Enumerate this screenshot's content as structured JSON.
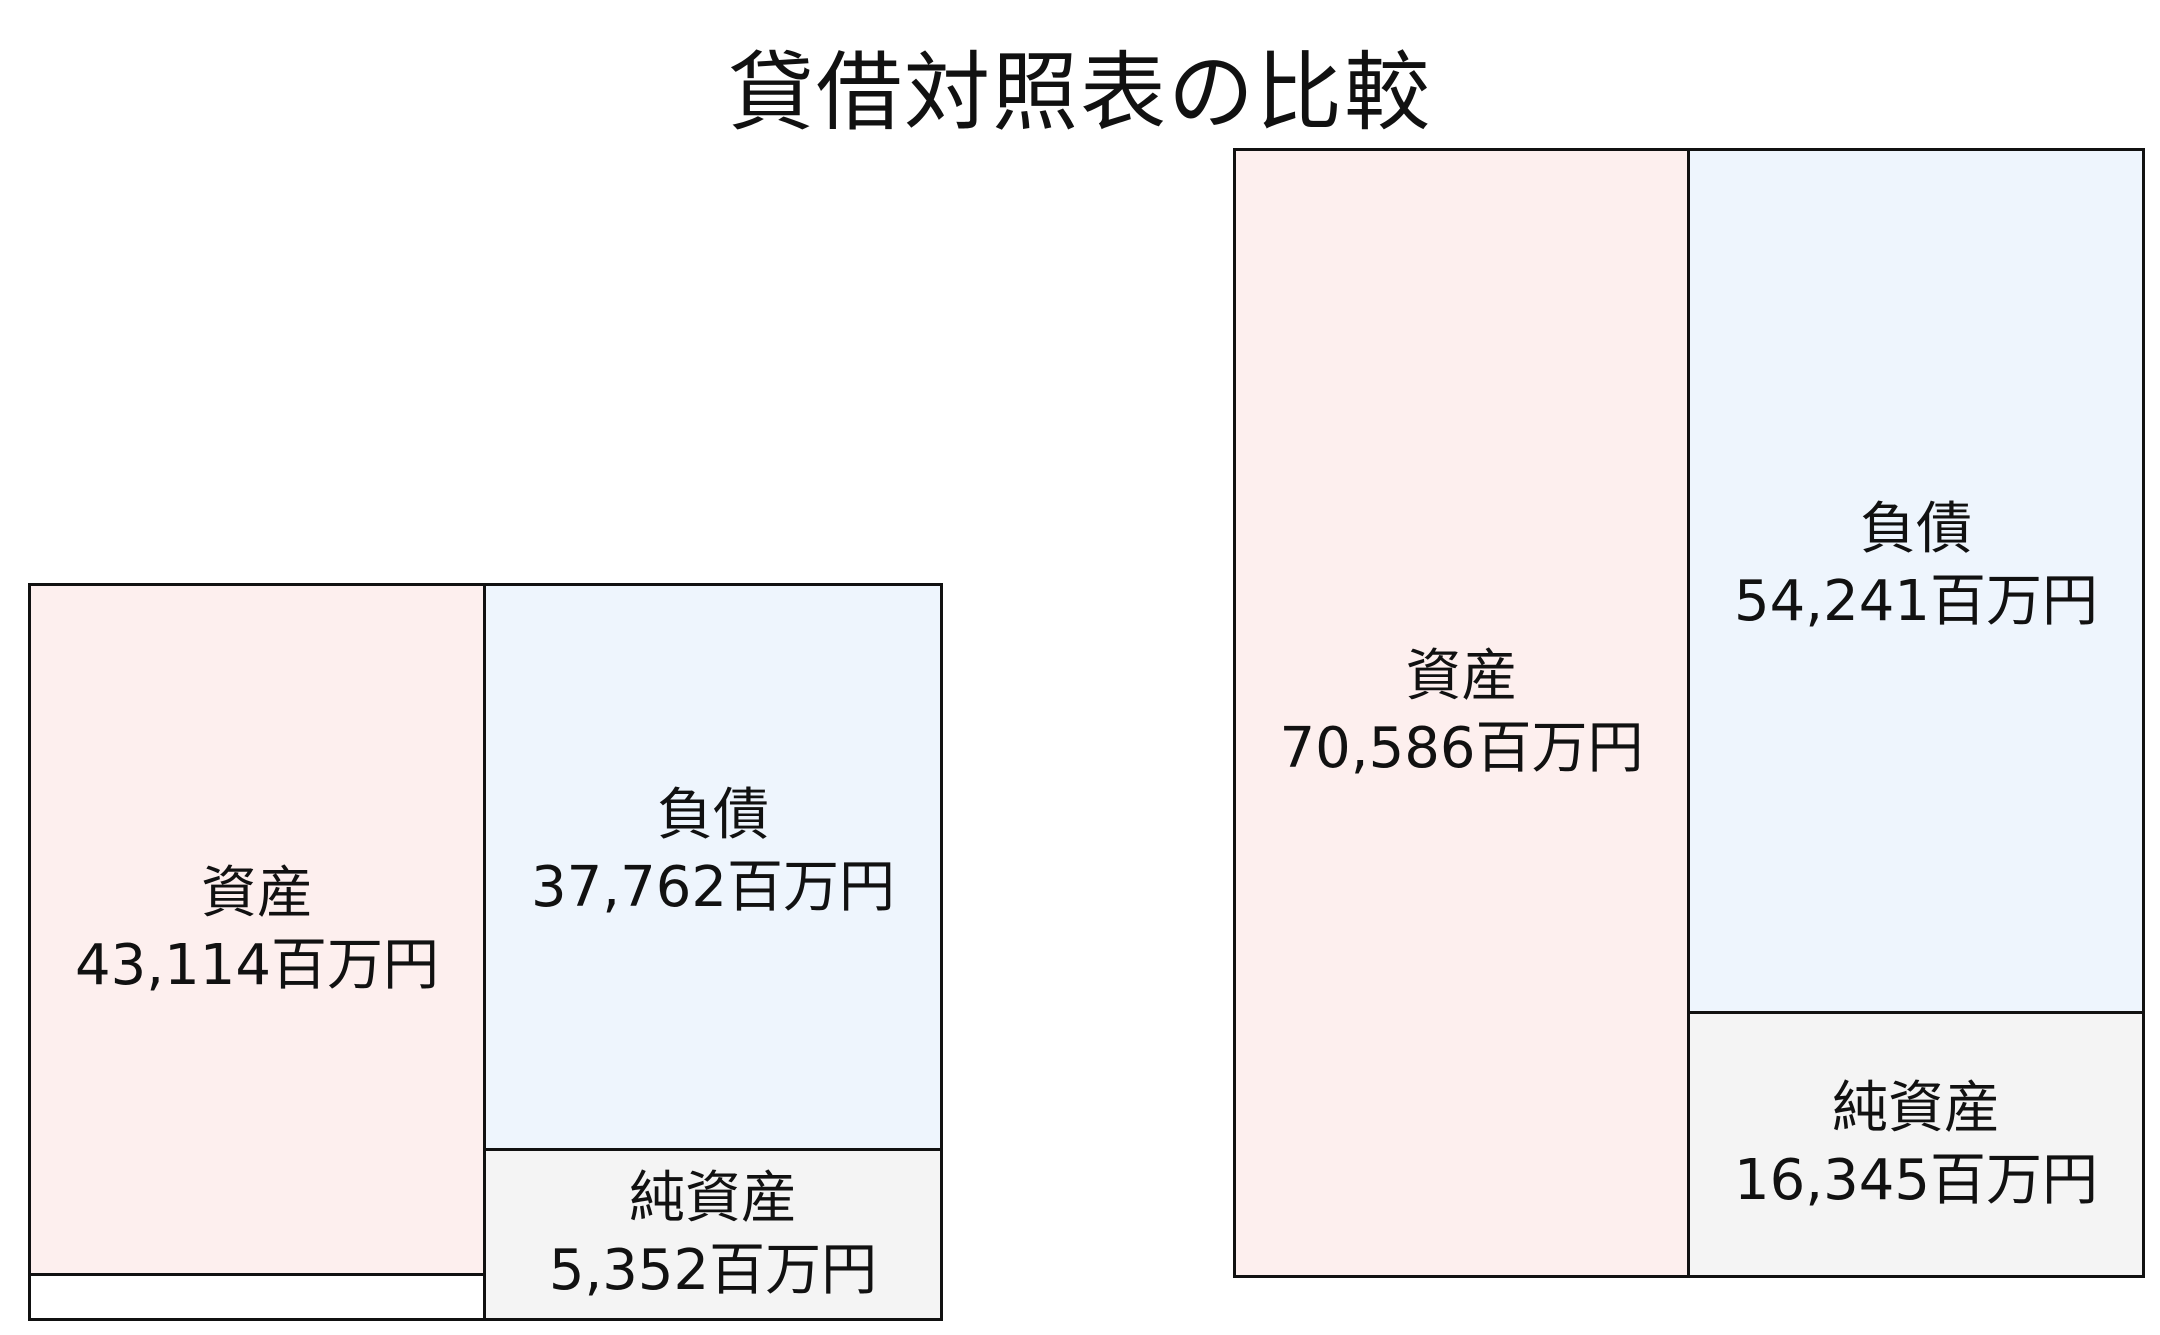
{
  "title": "貸借対照表の比較",
  "unit": "百万円",
  "sheets": [
    {
      "assets": {
        "label": "資産",
        "value": "43,114百万円"
      },
      "liabilities": {
        "label": "負債",
        "value": "37,762百万円"
      },
      "equity": {
        "label": "純資産",
        "value": "5,352百万円"
      }
    },
    {
      "assets": {
        "label": "資産",
        "value": "70,586百万円"
      },
      "liabilities": {
        "label": "負債",
        "value": "54,241百万円"
      },
      "equity": {
        "label": "純資産",
        "value": "16,345百万円"
      }
    }
  ],
  "colors": {
    "assets": "#fdefee",
    "liabilities": "#eef5fd",
    "equity": "#f4f4f4",
    "border": "#111111"
  }
}
